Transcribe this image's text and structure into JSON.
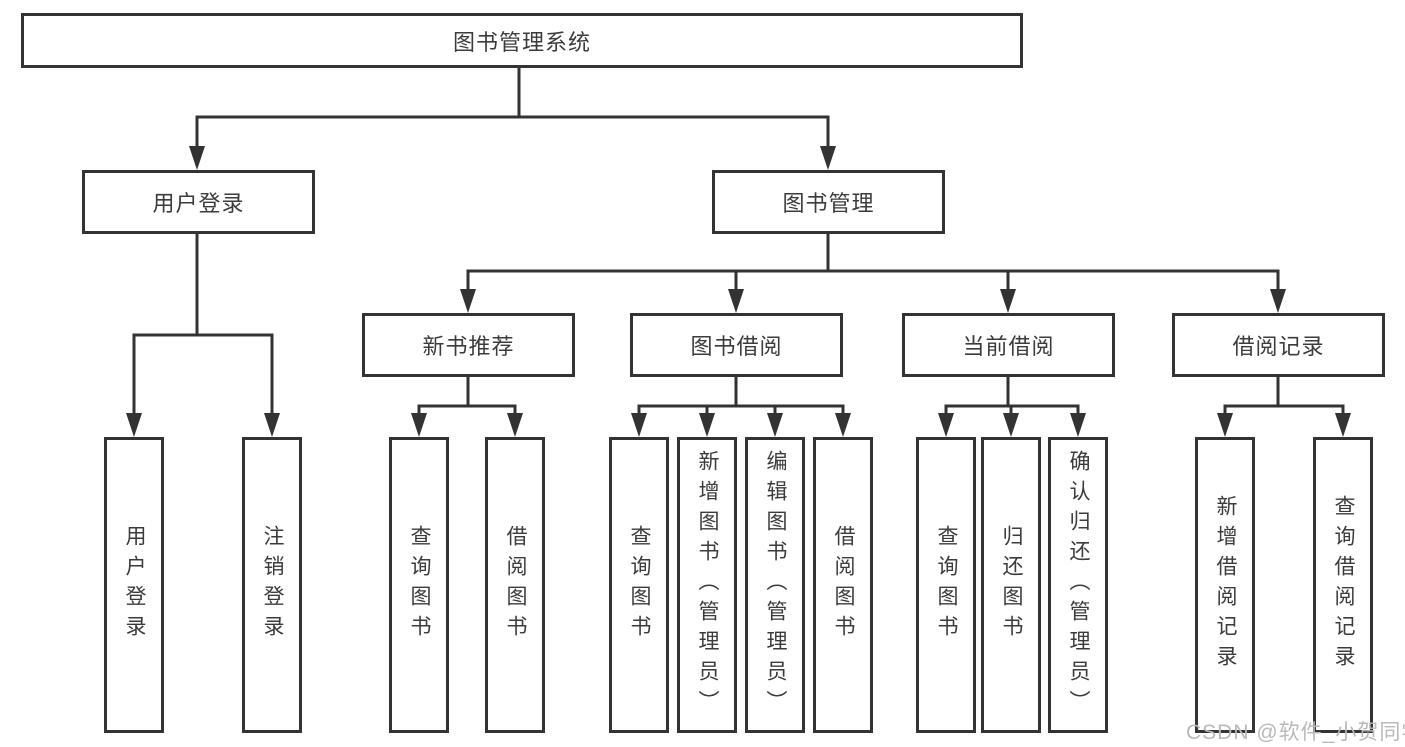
{
  "tree": {
    "root": {
      "label": "图书管理系统",
      "children": [
        {
          "label": "用户登录",
          "children": [
            {
              "label": "用户登录"
            },
            {
              "label": "注销登录"
            }
          ]
        },
        {
          "label": "图书管理",
          "children": [
            {
              "label": "新书推荐",
              "children": [
                {
                  "label": "查询图书"
                },
                {
                  "label": "借阅图书"
                }
              ]
            },
            {
              "label": "图书借阅",
              "children": [
                {
                  "label": "查询图书"
                },
                {
                  "label": "新增图书（管理员）"
                },
                {
                  "label": "编辑图书（管理员）"
                },
                {
                  "label": "借阅图书"
                }
              ]
            },
            {
              "label": "当前借阅",
              "children": [
                {
                  "label": "查询图书"
                },
                {
                  "label": "归还图书"
                },
                {
                  "label": "确认归还（管理员）"
                }
              ]
            },
            {
              "label": "借阅记录",
              "children": [
                {
                  "label": "新增借阅记录"
                },
                {
                  "label": "查询借阅记录"
                }
              ]
            }
          ]
        }
      ]
    }
  },
  "watermark": {
    "text": "CSDN @软件_小贺同学"
  },
  "colors": {
    "line": "#333333",
    "text": "#3b3b3b",
    "background": "#ffffff",
    "watermark": "#b9b9b9"
  }
}
